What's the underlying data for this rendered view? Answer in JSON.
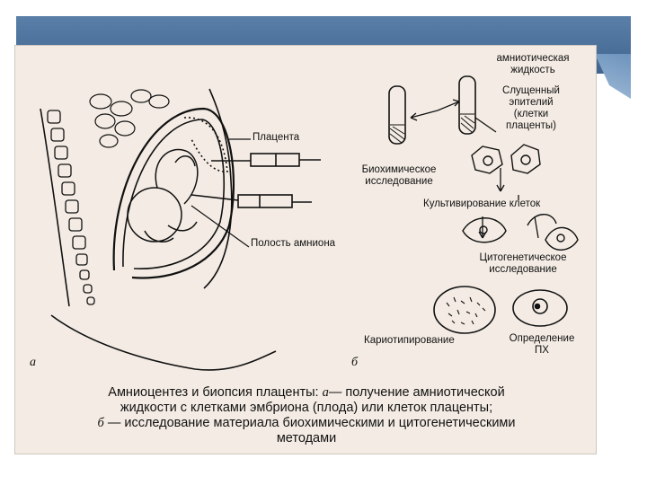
{
  "slide": {
    "accent_color": "#4a6f98"
  },
  "figure": {
    "panel_a_letter": "а",
    "panel_b_letter": "б",
    "labels_a": {
      "placenta": "Плацента",
      "amnion_cavity": "Полость амниона"
    },
    "labels_b": {
      "amniotic_fluid": [
        "амниотическая",
        "жидкость"
      ],
      "shed_epithelium": [
        "Слущенный",
        "эпителий",
        "(клетки",
        "плаценты)"
      ],
      "biochem_study": [
        "Биохимическое",
        "исследование"
      ],
      "culturing": "Культивирование клеток",
      "cytogenetic_study": [
        "Цитогенетическое",
        "исследование"
      ],
      "karyotyping": "Кариотипирование",
      "sex_chromatin": [
        "Определение",
        "ПХ"
      ]
    },
    "caption": {
      "line1_prefix": "Амниоцентез и биопсия плаценты: ",
      "line1_letter": "а",
      "line1_suffix": "— получение амниотической",
      "line2": "жидкости с клетками эмбриона (плода) или клеток плаценты;",
      "line3_letter": "б",
      "line3_suffix": " — исследование материала биохимическими и цитогенетическими",
      "line4": "методами"
    }
  }
}
